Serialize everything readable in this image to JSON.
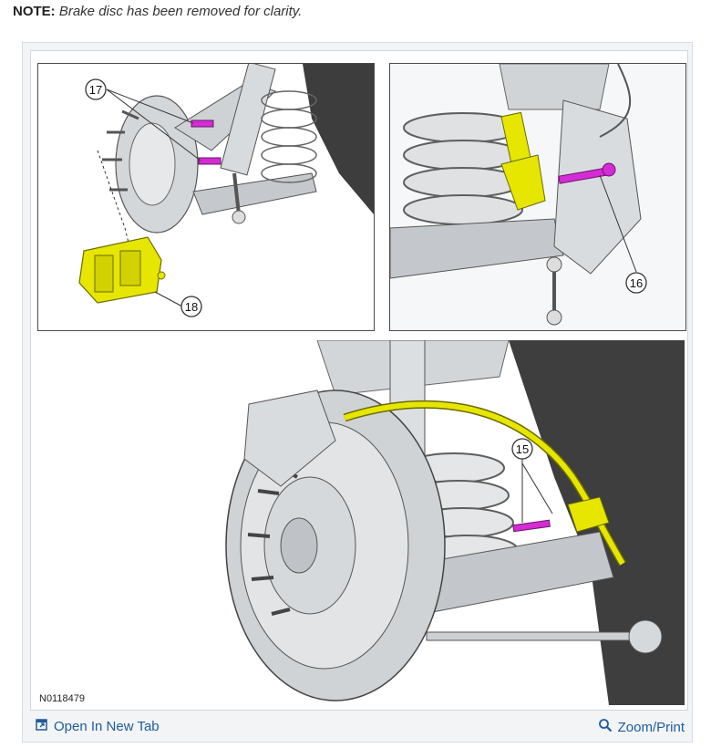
{
  "note": {
    "label": "NOTE:",
    "text": "Brake disc has been removed for clarity."
  },
  "figure": {
    "id": "N0118479",
    "callouts": {
      "c17": "17",
      "c18": "18",
      "c16": "16",
      "c15": "15"
    }
  },
  "actions": {
    "open_new_tab": "Open In New Tab",
    "zoom_print": "Zoom/Print"
  },
  "colors": {
    "highlight_yellow": "#e6e600",
    "bolt_magenta": "#d42bd4",
    "link_blue": "#1f5b9a",
    "part_gray": "#c9cdd1"
  }
}
